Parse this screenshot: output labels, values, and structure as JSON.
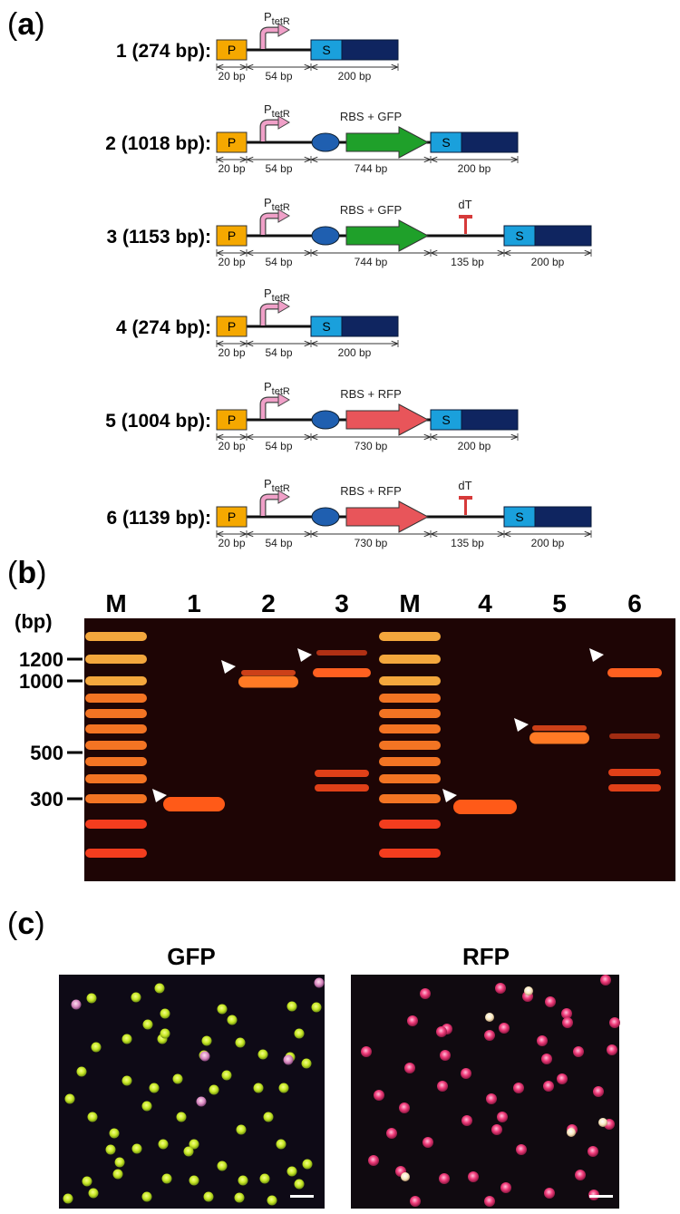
{
  "panel_a": {
    "label_open": "(",
    "label_letter": "a",
    "label_close": ")",
    "ptetr_main": "P",
    "ptetr_sub": "tetR",
    "p_box": "P",
    "s_box": "S",
    "dt_label": "dT",
    "constructs": [
      {
        "label": "1 (274 bp):",
        "gene": "",
        "dims": [
          "20 bp",
          "54 bp",
          "200 bp"
        ]
      },
      {
        "label": "2 (1018 bp):",
        "gene": "RBS + GFP",
        "dims": [
          "20 bp",
          "54 bp",
          "744 bp",
          "200 bp"
        ]
      },
      {
        "label": "3 (1153 bp):",
        "gene": "RBS + GFP",
        "dims": [
          "20 bp",
          "54 bp",
          "744 bp",
          "135 bp",
          "200 bp"
        ]
      },
      {
        "label": "4 (274 bp):",
        "gene": "",
        "dims": [
          "20 bp",
          "54 bp",
          "200 bp"
        ]
      },
      {
        "label": "5 (1004 bp):",
        "gene": "RBS + RFP",
        "dims": [
          "20 bp",
          "54 bp",
          "730 bp",
          "200 bp"
        ]
      },
      {
        "label": "6 (1139 bp):",
        "gene": "RBS + RFP",
        "dims": [
          "20 bp",
          "54 bp",
          "730 bp",
          "135 bp",
          "200 bp"
        ]
      }
    ],
    "colors": {
      "promoter": "#F5A800",
      "ptetr_arrow": "#F0A0C8",
      "rbs": "#1F5FB0",
      "gfp": "#1FA02A",
      "rfp": "#E8555A",
      "s_light": "#1AA0DC",
      "s_dark": "#0F2560",
      "terminator": "#D63A3A"
    }
  },
  "panel_b": {
    "label_open": "(",
    "label_letter": "b",
    "label_close": ")",
    "unit_label": "(bp)",
    "lanes": [
      "M",
      "1",
      "2",
      "3",
      "M",
      "4",
      "5",
      "6"
    ],
    "y_ticks": [
      "1200",
      "1000",
      "500",
      "300"
    ],
    "gel_color": "#1E0505"
  },
  "panel_c": {
    "label_open": "(",
    "label_letter": "c",
    "label_close": ")",
    "images": [
      {
        "title": "GFP",
        "bead_color": "#C8E826"
      },
      {
        "title": "RFP",
        "bead_color": "#F03C7A"
      }
    ]
  }
}
